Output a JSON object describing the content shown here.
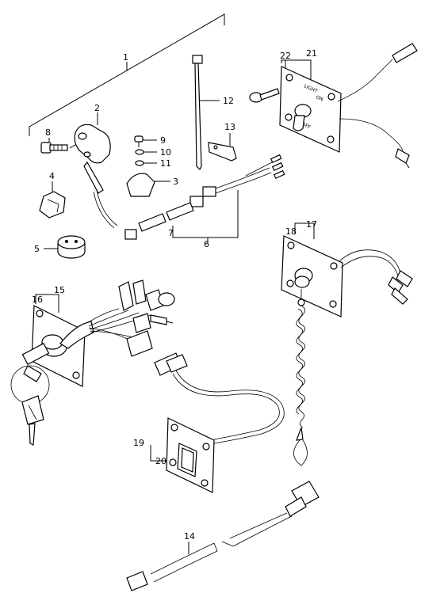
{
  "callouts": {
    "c1": "1",
    "c2": "2",
    "c3": "3",
    "c4": "4",
    "c5": "5",
    "c6": "6",
    "c7": "7",
    "c8": "8",
    "c9": "9",
    "c10": "10",
    "c11": "11",
    "c12": "12",
    "c13": "13",
    "c14": "14",
    "c15": "15",
    "c16": "16",
    "c17": "17",
    "c18": "18",
    "c19": "19",
    "c20": "20",
    "c21": "21",
    "c22": "22"
  },
  "panel_text": {
    "light": "LIGHT",
    "on": "ON",
    "off": "OFF"
  }
}
